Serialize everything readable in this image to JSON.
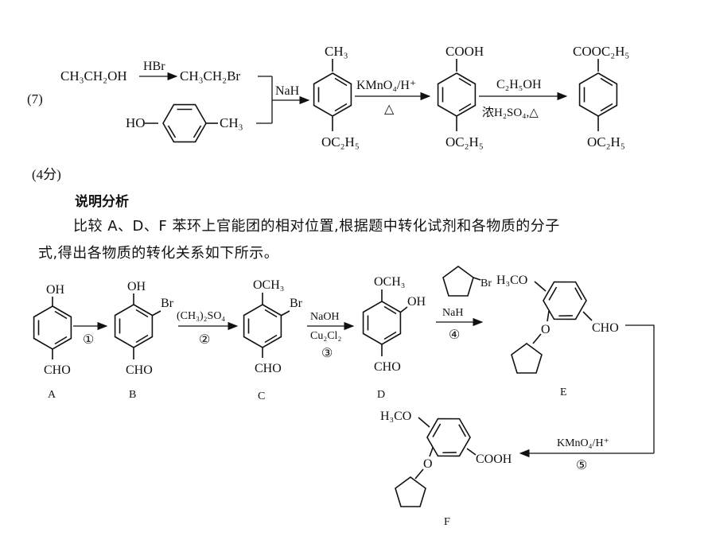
{
  "question_number": "(7)",
  "score": "(4分)",
  "explanation_heading": "说明分析",
  "explanation_line1": "比较 A、D、F 苯环上官能团的相对位置,根据题中转化试剂和各物质的分子",
  "explanation_line2": "式,得出各物质的转化关系如下所示。",
  "route7": {
    "ethanol": "CH₃CH₂OH",
    "hbr": "HBr",
    "bromoethane": "CH₃CH₂Br",
    "cresol_ho": "HO",
    "cresol_ch3": "CH₃",
    "nah": "NaH",
    "prod1_top": "CH₃",
    "prod1_bottom": "OC₂H₅",
    "kmno4": "KMnO₄/H⁺",
    "heat": "△",
    "acid_top": "COOH",
    "acid_bottom": "OC₂H₅",
    "ethanol_reagent": "C₂H₅OH",
    "conc_h2so4": "浓H₂SO₄,△",
    "ester_top": "COOC₂H₅",
    "ester_bottom": "OC₂H₅"
  },
  "route_scheme": {
    "A": {
      "label": "A",
      "top": "OH",
      "bottom": "CHO"
    },
    "B": {
      "label": "B",
      "top": "OH",
      "br": "Br",
      "bottom": "CHO"
    },
    "C": {
      "label": "C",
      "top": "OCH₃",
      "br": "Br",
      "bottom": "CHO"
    },
    "D": {
      "label": "D",
      "top": "OCH₃",
      "oh": "OH",
      "bottom": "CHO"
    },
    "E": {
      "label": "E",
      "meo": "H₃CO",
      "o": "O",
      "cho": "CHO"
    },
    "F": {
      "label": "F",
      "meo": "H₃CO",
      "o": "O",
      "cooh": "COOH"
    },
    "step1": "①",
    "step2_reagent": "(CH₃)₂SO₄",
    "step2": "②",
    "step3_reagent1": "NaOH",
    "step3_reagent2": "Cu₂Cl₂",
    "step3": "③",
    "step4_br": "Br",
    "step4_reagent": "NaH",
    "step4": "④",
    "step5_reagent": "KMnO₄/H⁺",
    "step5": "⑤"
  }
}
